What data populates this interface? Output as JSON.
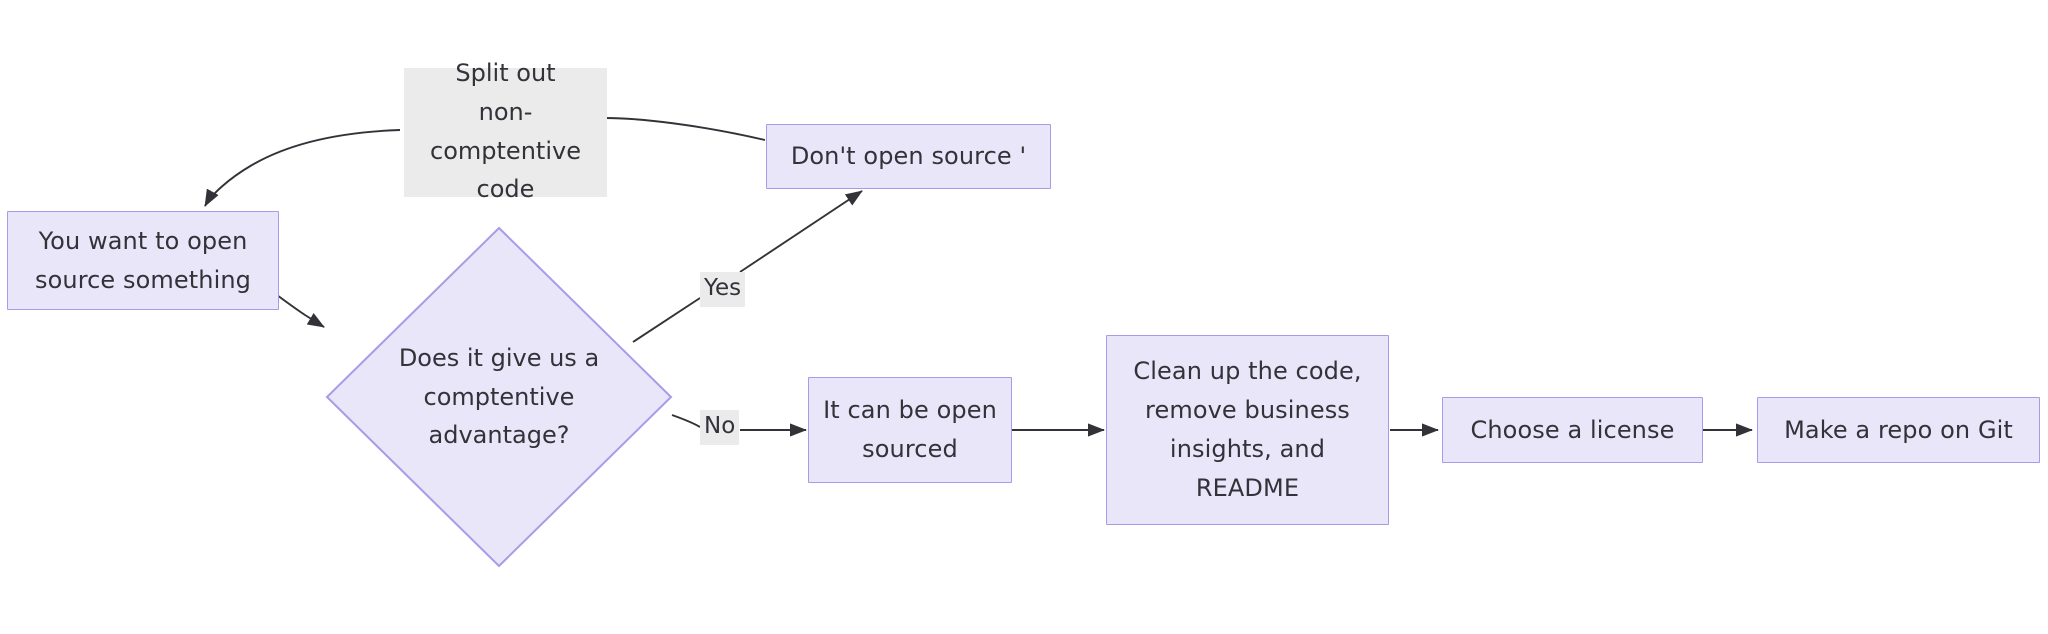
{
  "diagram": {
    "type": "flowchart",
    "direction": "left-to-right",
    "title": "Open source decision flowchart",
    "colors": {
      "node_fill": "#e9e6fa",
      "node_stroke": "#a89be8",
      "label_background": "#ebebeb",
      "text": "#333238",
      "edge_stroke": "#333238",
      "canvas_background": "#ffffff"
    },
    "nodes": [
      {
        "id": "start",
        "shape": "rect",
        "label": "You want to open\nsource something"
      },
      {
        "id": "split",
        "shape": "label",
        "label": "Split out\nnon-comptentive\ncode"
      },
      {
        "id": "dont_open",
        "shape": "rect",
        "label": "Don't open source '"
      },
      {
        "id": "decision",
        "shape": "diamond",
        "label": "Does it give us a\ncomptentive\nadvantage?"
      },
      {
        "id": "can_open",
        "shape": "rect",
        "label": "It can be open\nsourced"
      },
      {
        "id": "cleanup",
        "shape": "rect",
        "label": "Clean up the code,\nremove business\ninsights, and\nREADME"
      },
      {
        "id": "license",
        "shape": "rect",
        "label": "Choose a license"
      },
      {
        "id": "repo",
        "shape": "rect",
        "label": "Make a repo on Git"
      }
    ],
    "edges": [
      {
        "id": "e1",
        "from": "start",
        "to": "decision",
        "label": ""
      },
      {
        "id": "e2",
        "from": "decision",
        "to": "dont_open",
        "label": "Yes"
      },
      {
        "id": "e3",
        "from": "decision",
        "to": "can_open",
        "label": "No"
      },
      {
        "id": "e4",
        "from": "can_open",
        "to": "cleanup",
        "label": ""
      },
      {
        "id": "e5",
        "from": "cleanup",
        "to": "license",
        "label": ""
      },
      {
        "id": "e6",
        "from": "license",
        "to": "repo",
        "label": ""
      },
      {
        "id": "e7",
        "from": "dont_open",
        "to": "start",
        "label": "Split out non-comptentive code"
      }
    ]
  }
}
